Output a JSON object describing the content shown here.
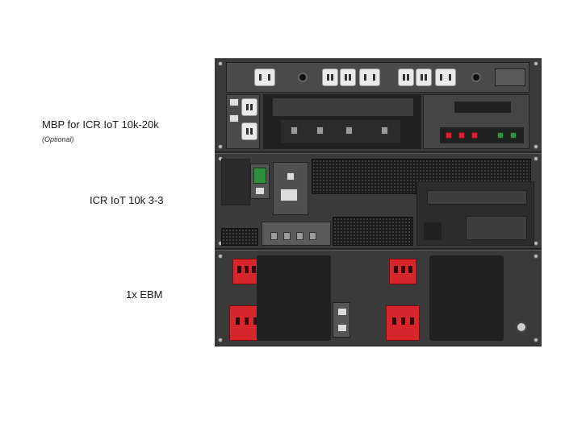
{
  "labels": {
    "mbp_title": "MBP for ICR IoT 10k-20k",
    "mbp_optional": "(Optional)",
    "ups_title": "ICR IoT 10k 3-3",
    "ebm_title": "1x EBM"
  },
  "colors": {
    "rack": "#2e2e2e",
    "connector_red": "#d7262b",
    "outlet": "#e9e9e9"
  }
}
